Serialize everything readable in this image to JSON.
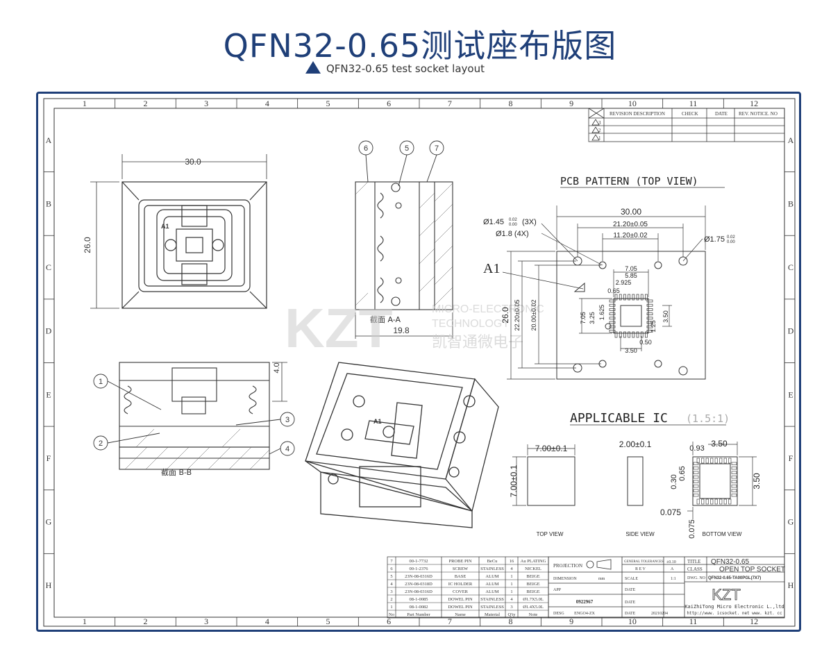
{
  "header": {
    "title": "QFN32-0.65测试座布版图",
    "subtitle": "QFN32-0.65 test socket layout"
  },
  "colors": {
    "brand": "#1f3f78",
    "line": "#333333",
    "watermark": "#c8c8c8"
  },
  "grid": {
    "columns": [
      "1",
      "2",
      "3",
      "4",
      "5",
      "6",
      "7",
      "8",
      "9",
      "10",
      "11",
      "12"
    ],
    "rows": [
      "A",
      "B",
      "C",
      "D",
      "E",
      "F",
      "G",
      "H"
    ]
  },
  "revision_table": {
    "headers": [
      "REVISION DESCRIPTION",
      "CHECK",
      "DATE",
      "REV. NOTICE. NO"
    ],
    "marks": [
      "3",
      "2",
      "1"
    ]
  },
  "top_view": {
    "width_dim": "30.0",
    "height_dim": "26.0",
    "marker": "A1"
  },
  "section_aa": {
    "balloons": [
      "6",
      "5",
      "7"
    ],
    "dim": "19.8",
    "label": "截面 A-A"
  },
  "section_bb": {
    "balloons": [
      "1",
      "2",
      "3",
      "4"
    ],
    "dim": "4.0",
    "label": "截面 B-B"
  },
  "pcb_pattern": {
    "title": "PCB PATTERN (TOP VIEW)",
    "dims": {
      "overall_w": "30.00",
      "hole_span": "21.20±0.05",
      "inner_span": "11.20±0.02",
      "hole1": "Ø1.45",
      "hole1_tol_up": "0.02",
      "hole1_tol_dn": "0.00",
      "hole1_count": "(3X)",
      "hole2": "Ø1.8  (4X)",
      "hole3": "Ø1.75",
      "hole3_tol_up": "0.02",
      "hole3_tol_dn": "0.00",
      "h_overall": "26.0",
      "h_holes": "22.20±0.05",
      "h_inner": "20.00±0.02",
      "pad_705": "7.05",
      "pad_585": "5.85",
      "pad_2925": "2.925",
      "pad_065": "0.65",
      "v_705": "7.05",
      "v_325": "3.25",
      "v_1625": "1.625",
      "v_350": "3.50",
      "pad_125": "1.25",
      "pad_050": "0.50",
      "pad_350b": "3.50",
      "marker": "A1"
    }
  },
  "applicable_ic": {
    "title": "APPLICABLE IC",
    "scale": "(1.5:1)",
    "top_view_dim_w": "7.00±0.1",
    "top_view_dim_h": "7.00±0.1",
    "side_dim": "2.00±0.1",
    "bottom": {
      "d350a": "3.50",
      "d093": "0.93",
      "d030": "0.30",
      "d065": "0.65",
      "d350b": "3.50",
      "d0075a": "0.075",
      "d0075b": "0.075"
    },
    "labels": [
      "TOP VIEW",
      "SIDE VIEW",
      "BOTTOM VIEW"
    ]
  },
  "watermark": {
    "logo": "KZT",
    "line1": "MICRO-ELECTRONIC",
    "line2": "TECHNOLOGY",
    "line3": "凯智通微电子"
  },
  "bom": {
    "rows": [
      [
        "7",
        "00-1-7732",
        "PROBE PIN",
        "BeCu",
        "16",
        "Au PLATING"
      ],
      [
        "6",
        "00-1-2376",
        "SCREW",
        "STAINLESS",
        "4",
        "NICKEL"
      ],
      [
        "5",
        "23N-08-0316D",
        "BASE",
        "ALUM",
        "1",
        "BEIGE"
      ],
      [
        "4",
        "23N-08-0318D",
        "IC HOLDER",
        "ALUM",
        "1",
        "BEIGE"
      ],
      [
        "3",
        "23N-08-0316D",
        "COVER",
        "ALUM",
        "1",
        "BEIGE"
      ],
      [
        "2",
        "08-1-0085",
        "DOWEL PIN",
        "STAINLESS",
        "4",
        "Ø1.7X5.0L"
      ],
      [
        "1",
        "08-1-0082",
        "DOWEL PIN",
        "STAINLESS",
        "3",
        "Ø1.4X5.0L"
      ]
    ],
    "headers": [
      "No",
      "Part Number",
      "Name",
      "Material",
      "Q'ty",
      "Note"
    ]
  },
  "title_block": {
    "projection": "PROJECTION",
    "general_tol_label": "GENERAL TOLERANCES",
    "general_tol_value": "±0.10",
    "rev_label": "R E V",
    "rev_value": "A",
    "dimension": "DIMENSION",
    "unit": "mm",
    "scale_label": "SCALE",
    "scale_value": "1:1",
    "app": "APP",
    "date1": "DATE",
    "drawing_no_mid": "0922967",
    "date2": "DATE",
    "desg": "DESG",
    "designer": "ENGO4-ZX",
    "date3": "DATE",
    "date_value": "20210204",
    "title_label": "TITLE",
    "title_value": "QFN32-0.65",
    "class_label": "CLASS",
    "class_value": "OPEN TOP SOCKET",
    "dwg_label": "DWG. NO",
    "dwg_value": "QFN32-0.65-TA00PGL(7X7)",
    "company_logo": "KZT",
    "company": "KaiZhiTong Micro Electronic L.,ltd",
    "web": "http://www. icsocket. net  www. kzt. cc"
  }
}
